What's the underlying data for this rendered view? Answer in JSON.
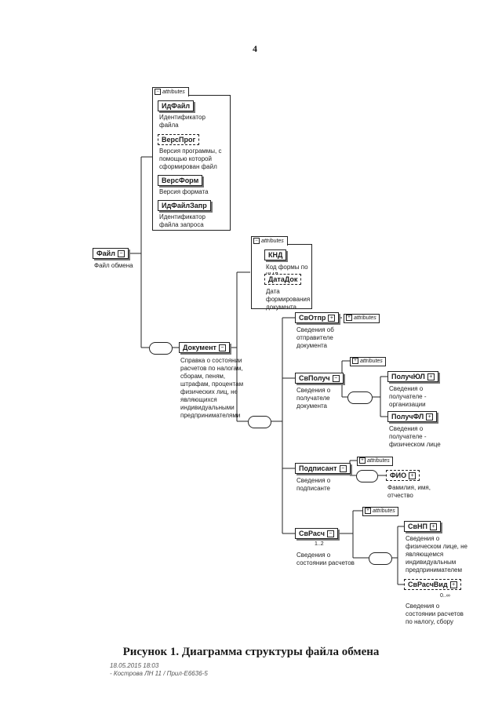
{
  "page_number": "4",
  "root": {
    "name": "Файл",
    "desc": "Файл обмена"
  },
  "attributes_label": "attributes",
  "root_attributes": [
    {
      "name": "ИдФайл",
      "desc": "Идентификатор\nфайла"
    },
    {
      "name": "ВерсПрог",
      "desc": "Версия программы, с\nпомощью которой\nсформирован файл"
    },
    {
      "name": "ВерсФорм",
      "desc": "Версия формата"
    },
    {
      "name": "ИдФайлЗапр",
      "desc": "Идентификатор\nфайла запроса"
    }
  ],
  "document": {
    "name": "Документ",
    "desc": "Справка о состоянии\nрасчетов по налогам,\nсборам, пеням,\nштрафам, процентам\nфизических лиц, не\nявляющихся\nиндивидуальными\nпредпринимателями",
    "attributes": [
      {
        "name": "КНД",
        "desc": "Код формы по КНД"
      },
      {
        "name": "ДатаДок",
        "desc": "Дата формирования\nдокумента"
      }
    ]
  },
  "svotpr": {
    "name": "СвОтпр",
    "desc": "Сведения об\nотправителе\nдокумента"
  },
  "svpoluch": {
    "name": "СвПолуч",
    "desc": "Сведения о\nполучателе\nдокумента"
  },
  "poluch_ul": {
    "name": "ПолучЮЛ",
    "desc": "Сведения о\nполучателе -\nорганизации"
  },
  "poluch_fl": {
    "name": "ПолучФЛ",
    "desc": "Сведения о\nполучателе -\nфизическом лице"
  },
  "podpisant": {
    "name": "Подписант",
    "desc": "Сведения о\nподписанте"
  },
  "fio": {
    "name": "ФИО",
    "desc": "Фамилия, имя,\nотчество"
  },
  "svrasch": {
    "name": "СвРасч",
    "desc": "Сведения о\nсостоянии расчетов",
    "cardinality": "1..2"
  },
  "svnp": {
    "name": "СвНП",
    "desc": "Сведения о\nфизическом лице, не\nявляющемся\nиндивидуальным\nпредпринимателем"
  },
  "svraschvid": {
    "name": "СвРасчВид",
    "desc": "Сведения о\nсостоянии расчетов\nпо налогу, сбору",
    "cardinality": "0..∞"
  },
  "caption": "Рисунок 1. Диаграмма структуры файла обмена",
  "stamp": {
    "line1": "18.05.2015 18:03",
    "line2": "- Кострова ЛН 11 / Прил-Е6636-5"
  }
}
